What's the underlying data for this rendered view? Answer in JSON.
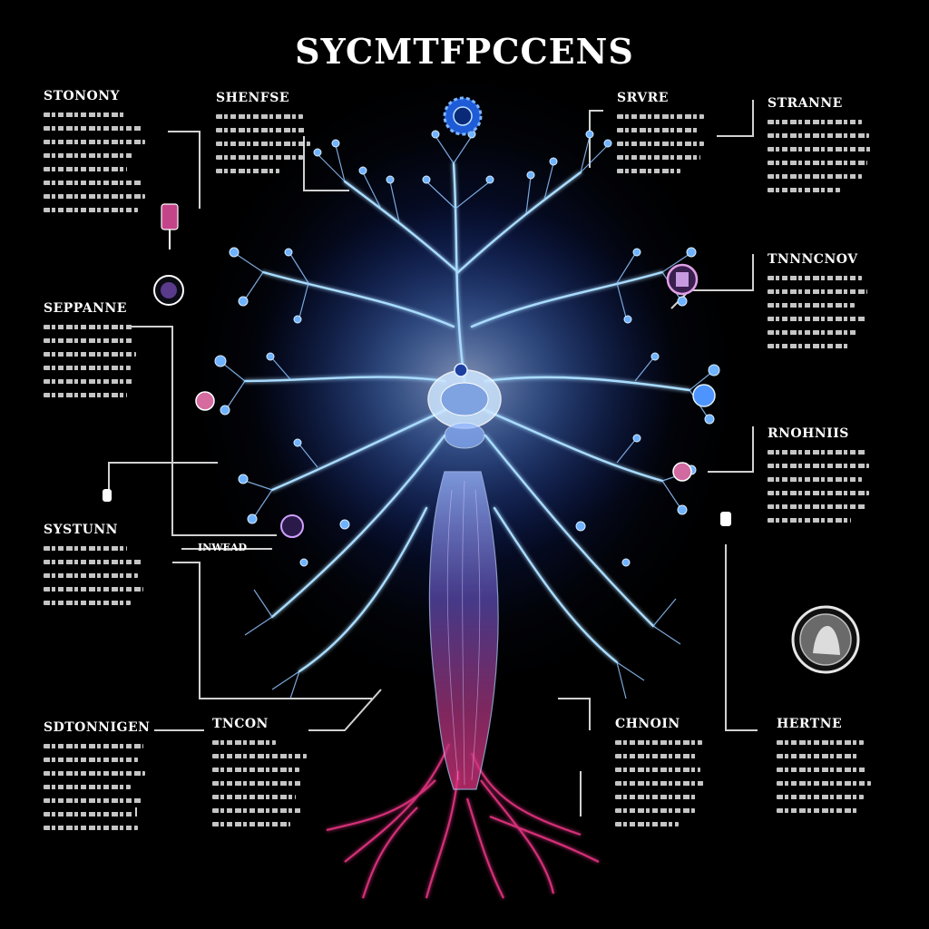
{
  "title": "SYCMTFPCCENS",
  "colors": {
    "background": "#000000",
    "branch_glow": "#a9dcff",
    "node_blue": "#6fb2ff",
    "root_pink": "#e0337f",
    "trunk_violet": "#6f4fb8",
    "line_white": "#e8e8e8"
  },
  "panels": [
    {
      "id": "p1",
      "heading": "STONONY"
    },
    {
      "id": "p2",
      "heading": "SHENFSE"
    },
    {
      "id": "p3",
      "heading": "SEPPANNE"
    },
    {
      "id": "p4",
      "heading": "SYSTUNN"
    },
    {
      "id": "p5",
      "heading": "SDTONNIGEN"
    },
    {
      "id": "p6",
      "heading": "TNCON"
    },
    {
      "id": "p7",
      "heading": "SRVRE"
    },
    {
      "id": "p8",
      "heading": "STRANNE"
    },
    {
      "id": "p9",
      "heading": "TNNNCNOV"
    },
    {
      "id": "p10",
      "heading": "RNOHNIIS"
    },
    {
      "id": "p11",
      "heading": "CHNOIN"
    },
    {
      "id": "p12",
      "heading": "HERTNE"
    }
  ],
  "labels": {
    "inwead": "INWEAD"
  },
  "icons": [
    "top-emblem-icon",
    "syringe-icon",
    "badge-icon",
    "vial-icon",
    "coin-medallion-icon",
    "cell-body-icon",
    "axon-trunk-icon",
    "roots-icon"
  ]
}
